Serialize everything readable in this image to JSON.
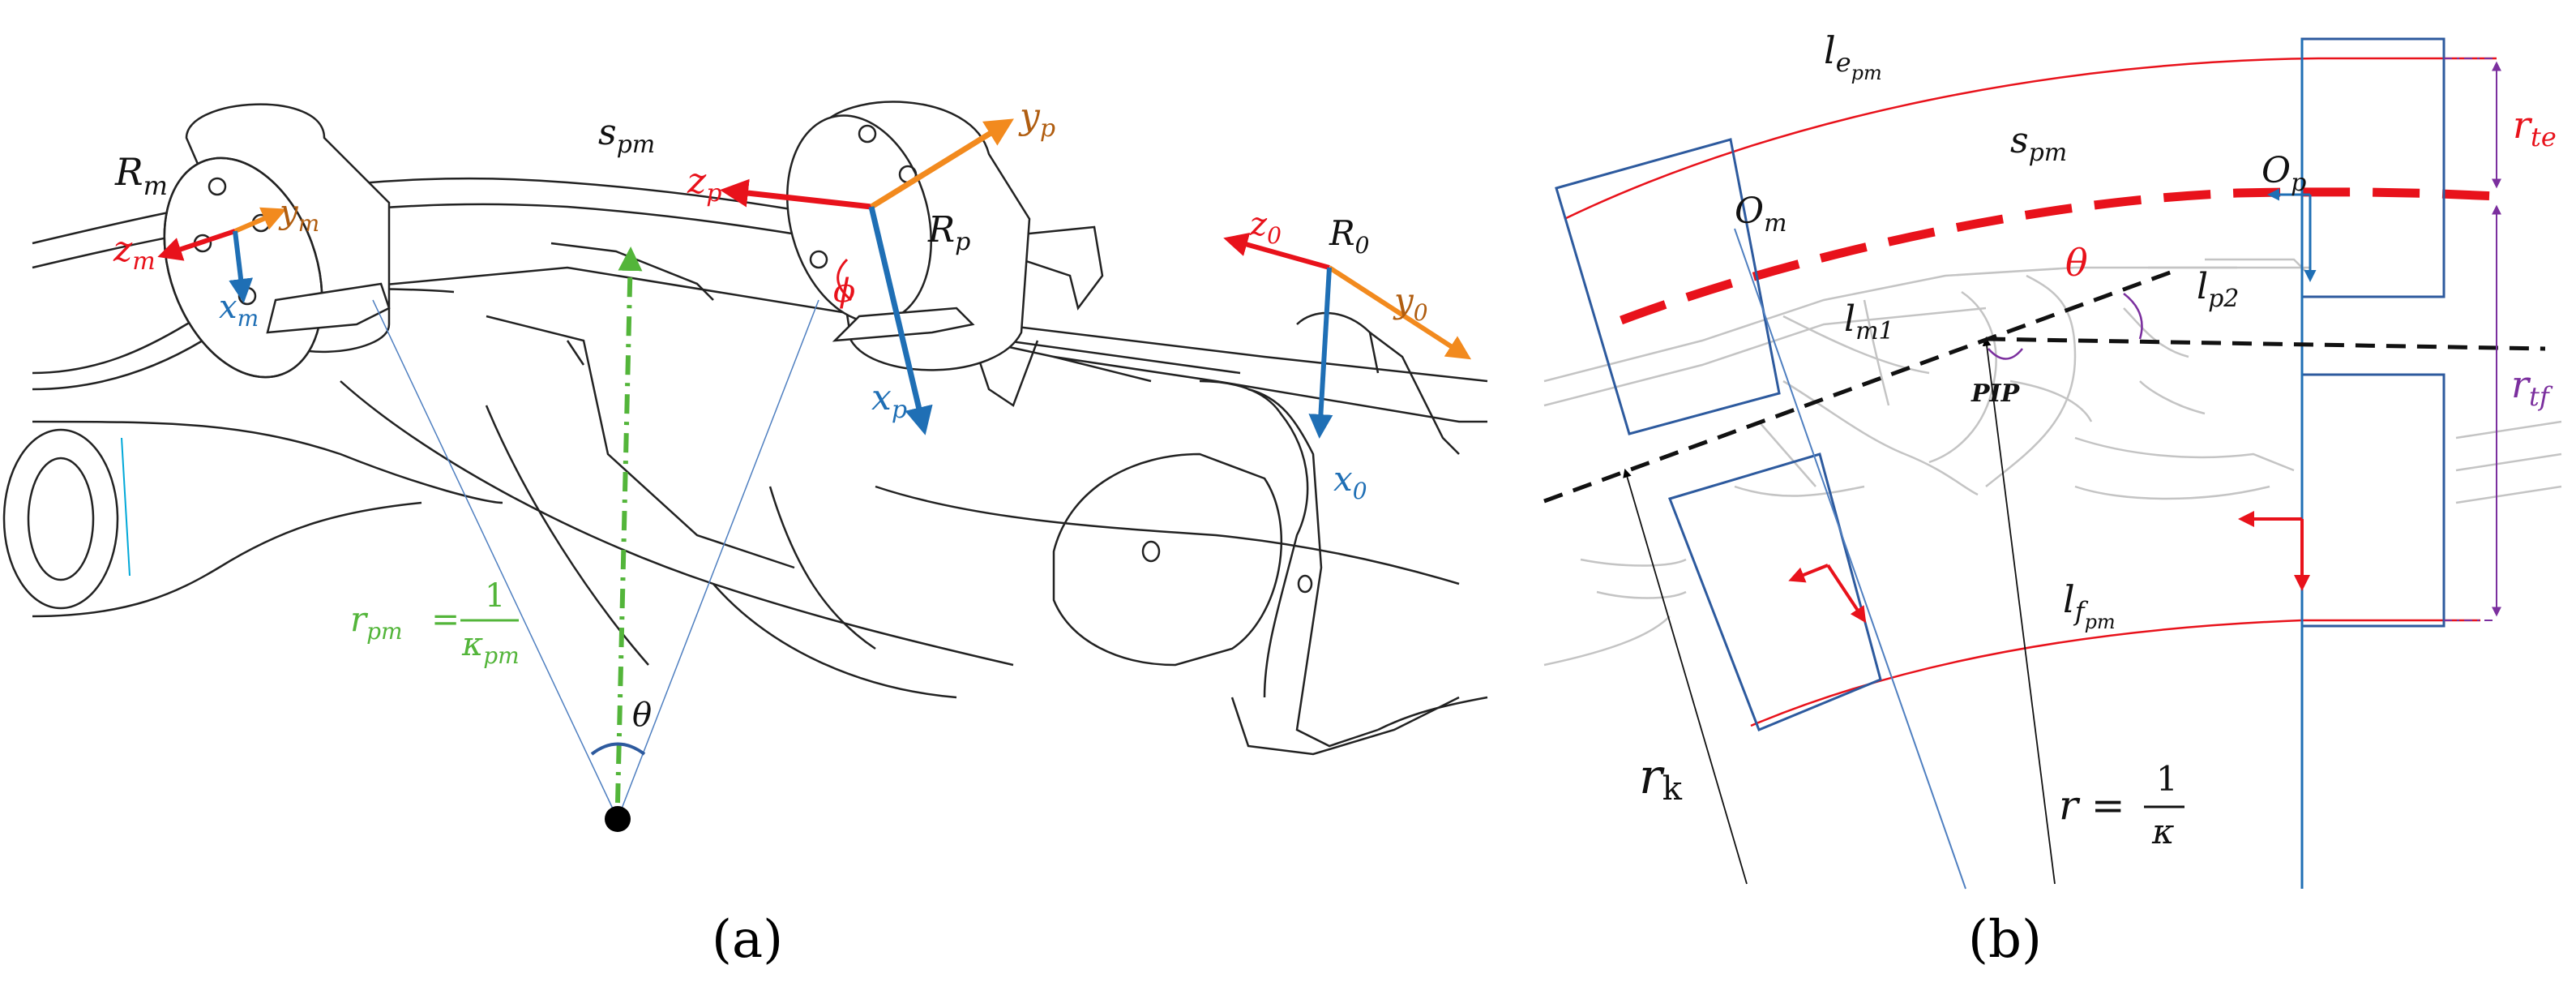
{
  "panel_a": {
    "caption": "(a)",
    "labels": {
      "R_m": "R",
      "R_m_sub": "m",
      "s_pm": "s",
      "s_pm_sub": "pm",
      "z_p": "z",
      "z_p_sub": "p",
      "y_p": "y",
      "y_p_sub": "p",
      "R_p": "R",
      "R_p_sub": "p",
      "x_p": "x",
      "x_p_sub": "p",
      "phi": "ϕ",
      "z_m": "z",
      "z_m_sub": "m",
      "y_m": "y",
      "y_m_sub": "m",
      "x_m": "x",
      "x_m_sub": "m",
      "z_0": "z",
      "z_0_sub": "0",
      "R_0": "R",
      "R_0_sub": "0",
      "y_0": "y",
      "y_0_sub": "0",
      "x_0": "x",
      "x_0_sub": "0",
      "r_pm_lhs": "r",
      "r_pm_lhs_sub": "pm",
      "r_pm_eq": "=",
      "r_pm_num": "1",
      "r_pm_den": "κ",
      "r_pm_den_sub": "pm",
      "theta": "θ"
    }
  },
  "panel_b": {
    "caption": "(b)",
    "labels": {
      "l_epm": "l",
      "l_epm_sub": "e",
      "l_epm_sub2": "pm",
      "s_pm": "s",
      "s_pm_sub": "pm",
      "O_p": "O",
      "O_p_sub": "p",
      "O_m": "O",
      "O_m_sub": "m",
      "r_te": "r",
      "r_te_sub": "te",
      "theta": "θ",
      "l_m1": "l",
      "l_m1_sub": "m1",
      "l_p2": "l",
      "l_p2_sub": "p2",
      "PIP": "PIP",
      "r_tf": "r",
      "r_tf_sub": "tf",
      "l_fpm": "l",
      "l_fpm_sub": "f",
      "l_fpm_sub2": "pm",
      "r_k": "r",
      "r_k_sub": "k",
      "r_eq_lhs": "r =",
      "r_eq_num": "1",
      "r_eq_den": "κ"
    }
  },
  "colors": {
    "red": "#e8121b",
    "blue": "#1f6fb5",
    "orange": "#f28a1e",
    "green": "#53b53a",
    "purple": "#7b2f9e",
    "outline_blue": "#2d5a9e",
    "gray": "#b8b8b8"
  }
}
